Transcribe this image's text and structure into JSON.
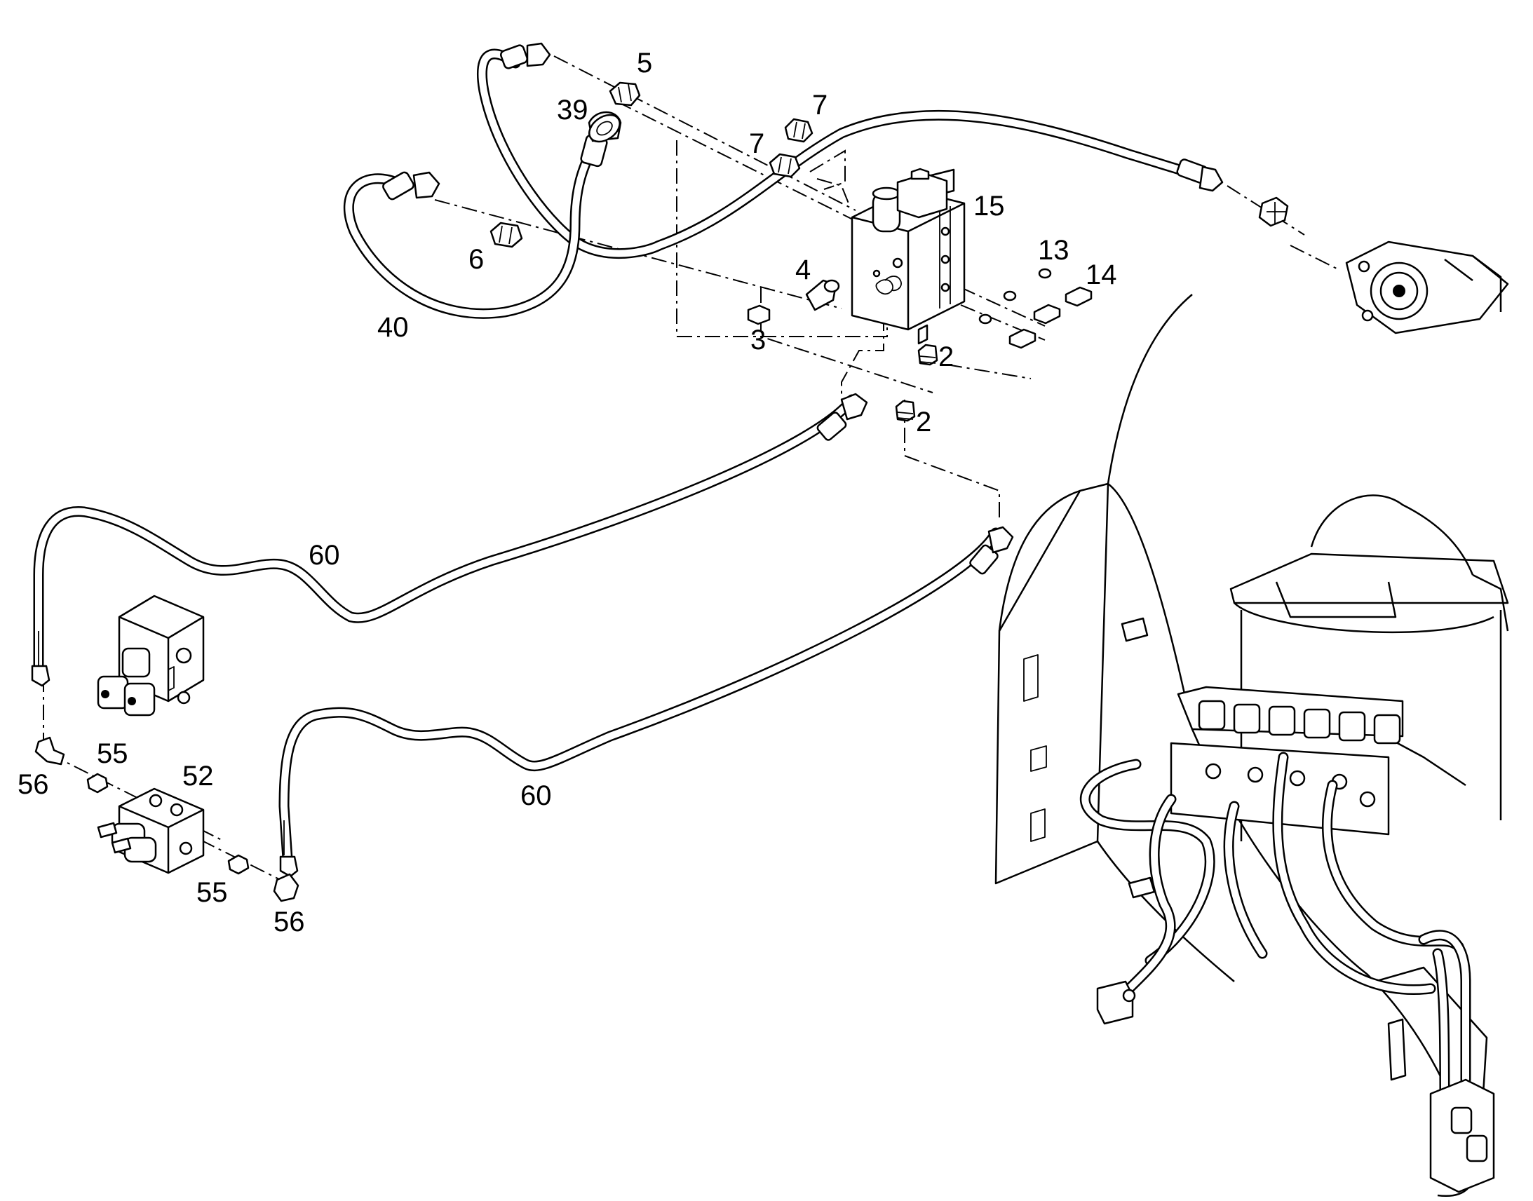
{
  "callouts": [
    {
      "id": "5",
      "text": "5"
    },
    {
      "id": "39",
      "text": "39"
    },
    {
      "id": "7a",
      "text": "7"
    },
    {
      "id": "7b",
      "text": "7"
    },
    {
      "id": "15",
      "text": "15"
    },
    {
      "id": "13",
      "text": "13"
    },
    {
      "id": "14",
      "text": "14"
    },
    {
      "id": "4",
      "text": "4"
    },
    {
      "id": "6",
      "text": "6"
    },
    {
      "id": "40",
      "text": "40"
    },
    {
      "id": "3",
      "text": "3"
    },
    {
      "id": "2a",
      "text": "2"
    },
    {
      "id": "2b",
      "text": "2"
    },
    {
      "id": "60a",
      "text": "60"
    },
    {
      "id": "60b",
      "text": "60"
    },
    {
      "id": "55a",
      "text": "55"
    },
    {
      "id": "52",
      "text": "52"
    },
    {
      "id": "56a",
      "text": "56"
    },
    {
      "id": "55b",
      "text": "55"
    },
    {
      "id": "56b",
      "text": "56"
    }
  ],
  "colors": {
    "line": "#000000",
    "background": "#ffffff"
  }
}
